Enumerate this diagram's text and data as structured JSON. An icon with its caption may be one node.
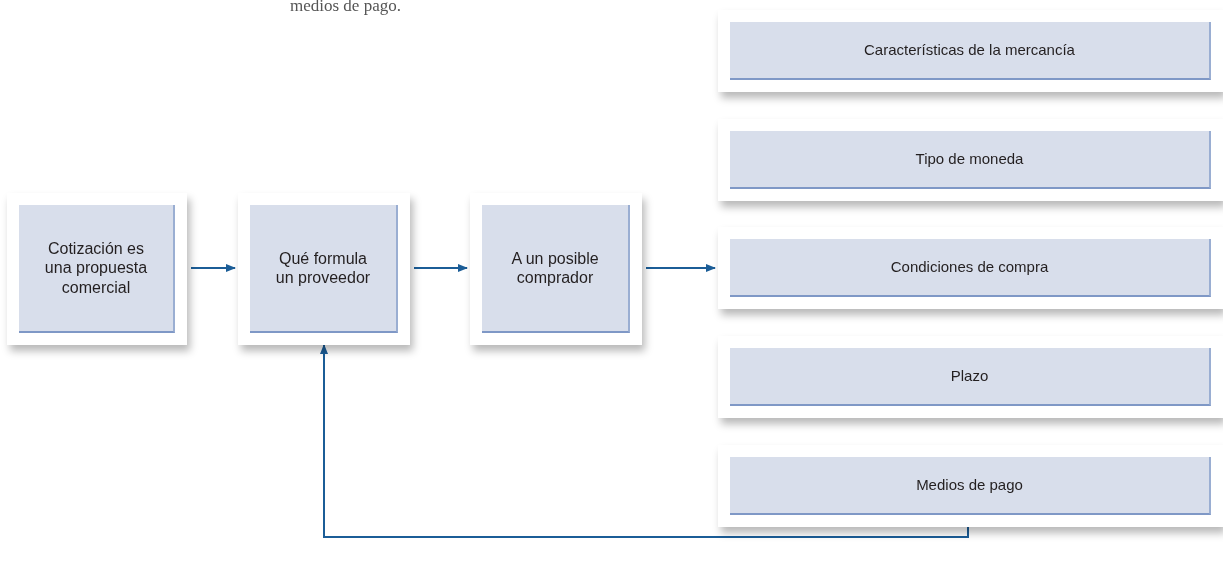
{
  "diagram": {
    "nodes": [
      {
        "text": [
          "Cotización es una propuesta comercial"
        ]
      },
      {
        "text": [
          "Qué formula un proveedor"
        ]
      },
      {
        "text": [
          "A un posible comprador"
        ]
      },
      {
        "text": [
          "Características de la mercancía"
        ]
      },
      {
        "text": [
          "Tipo de moneda"
        ]
      },
      {
        "text": [
          "Condiciones de compra"
        ]
      },
      {
        "text": [
          "Plazo"
        ]
      },
      {
        "text": [
          "Medios de pago"
        ]
      }
    ],
    "edges": [
      {
        "from": 0,
        "to": 1,
        "arrow": "to"
      },
      {
        "from": 1,
        "to": 2,
        "arrow": "to"
      },
      {
        "from": 2,
        "to": 5,
        "arrow": "to"
      },
      {
        "from": 7,
        "to": 1,
        "arrow": "to"
      }
    ],
    "labels": [
      "medios de pago."
    ]
  }
}
